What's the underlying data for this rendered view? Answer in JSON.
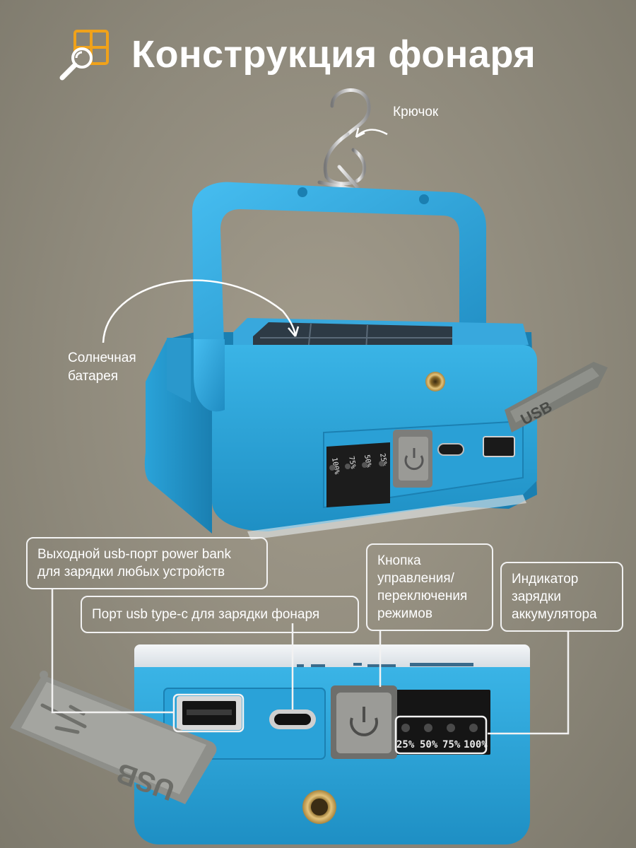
{
  "header": {
    "title": "Конструкция фонаря",
    "logo_icon": "search-grid-icon"
  },
  "labels": {
    "hook": "Крючок",
    "solar_line1": "Солнечная",
    "solar_line2": "батарея"
  },
  "callouts": {
    "usb_out_line1": "Выходной usb-порт power bank",
    "usb_out_line2": "для зарядки любых устройств",
    "usb_c": "Порт usb type-c для зарядки фонаря",
    "button_line1": "Кнопка",
    "button_line2": "управления/",
    "button_line3": "переключения",
    "button_line4": "режимов",
    "indicator_line1": "Индикатор",
    "indicator_line2": "зарядки",
    "indicator_line3": "аккумулятора"
  },
  "device": {
    "usb_tag_text": "USB",
    "battery_levels": [
      "25%",
      "50%",
      "75%",
      "100%"
    ],
    "top_battery_levels": [
      "25%",
      "50%",
      "75%",
      "100%"
    ]
  },
  "colors": {
    "body_blue": "#2aa2d8",
    "body_blue_dark": "#1b83b5",
    "gray_rubber": "#8f8f8a",
    "panel_black": "#1c1c1c",
    "accent_orange": "#f0a21a"
  }
}
